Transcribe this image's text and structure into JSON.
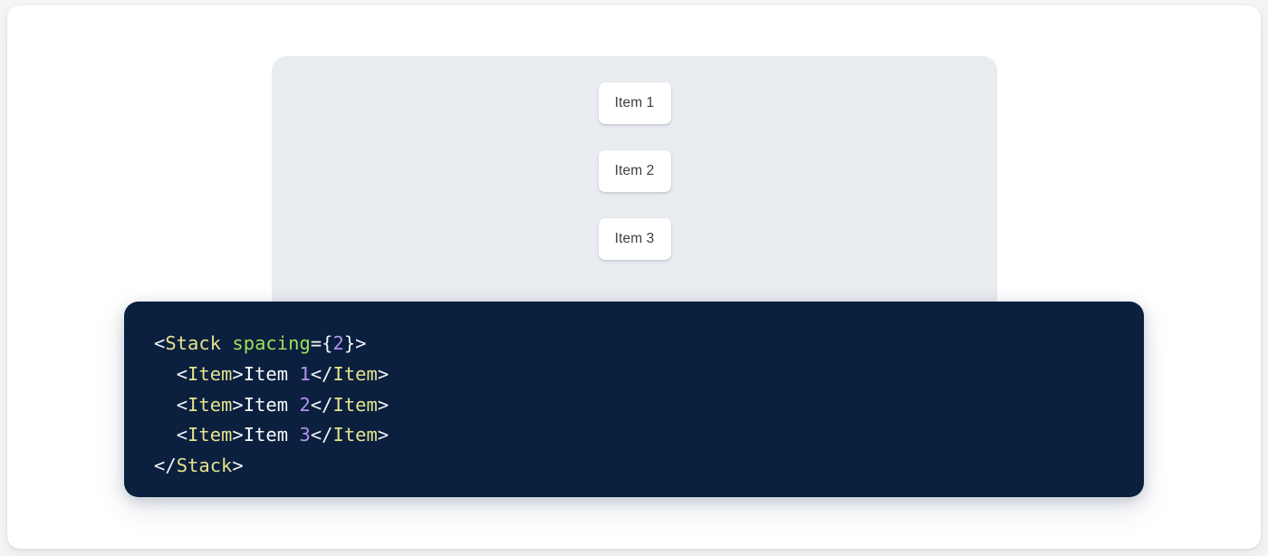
{
  "preview": {
    "panel_background": "#e9ecf1",
    "items": [
      {
        "label": "Item 1"
      },
      {
        "label": "Item 2"
      },
      {
        "label": "Item 3"
      }
    ]
  },
  "code_panel": {
    "background": "#0b1f3e",
    "language": "jsx",
    "colors": {
      "tag": "#e4e48d",
      "attribute": "#9fe05a",
      "number": "#b392f0",
      "punctuation": "#f2f6fa",
      "text": "#f7fafc"
    },
    "lines": [
      {
        "tokens": [
          {
            "t": "punct",
            "v": "<"
          },
          {
            "t": "tag",
            "v": "Stack"
          },
          {
            "t": "text",
            "v": " "
          },
          {
            "t": "attr",
            "v": "spacing"
          },
          {
            "t": "punct",
            "v": "={"
          },
          {
            "t": "num",
            "v": "2"
          },
          {
            "t": "punct",
            "v": "}>"
          }
        ]
      },
      {
        "tokens": [
          {
            "t": "text",
            "v": "  "
          },
          {
            "t": "punct",
            "v": "<"
          },
          {
            "t": "tag",
            "v": "Item"
          },
          {
            "t": "punct",
            "v": ">"
          },
          {
            "t": "text",
            "v": "Item "
          },
          {
            "t": "num",
            "v": "1"
          },
          {
            "t": "punct",
            "v": "</"
          },
          {
            "t": "tag",
            "v": "Item"
          },
          {
            "t": "punct",
            "v": ">"
          }
        ]
      },
      {
        "tokens": [
          {
            "t": "text",
            "v": "  "
          },
          {
            "t": "punct",
            "v": "<"
          },
          {
            "t": "tag",
            "v": "Item"
          },
          {
            "t": "punct",
            "v": ">"
          },
          {
            "t": "text",
            "v": "Item "
          },
          {
            "t": "num",
            "v": "2"
          },
          {
            "t": "punct",
            "v": "</"
          },
          {
            "t": "tag",
            "v": "Item"
          },
          {
            "t": "punct",
            "v": ">"
          }
        ]
      },
      {
        "tokens": [
          {
            "t": "text",
            "v": "  "
          },
          {
            "t": "punct",
            "v": "<"
          },
          {
            "t": "tag",
            "v": "Item"
          },
          {
            "t": "punct",
            "v": ">"
          },
          {
            "t": "text",
            "v": "Item "
          },
          {
            "t": "num",
            "v": "3"
          },
          {
            "t": "punct",
            "v": "</"
          },
          {
            "t": "tag",
            "v": "Item"
          },
          {
            "t": "punct",
            "v": ">"
          }
        ]
      },
      {
        "tokens": [
          {
            "t": "punct",
            "v": "</"
          },
          {
            "t": "tag",
            "v": "Stack"
          },
          {
            "t": "punct",
            "v": ">"
          }
        ]
      }
    ]
  }
}
